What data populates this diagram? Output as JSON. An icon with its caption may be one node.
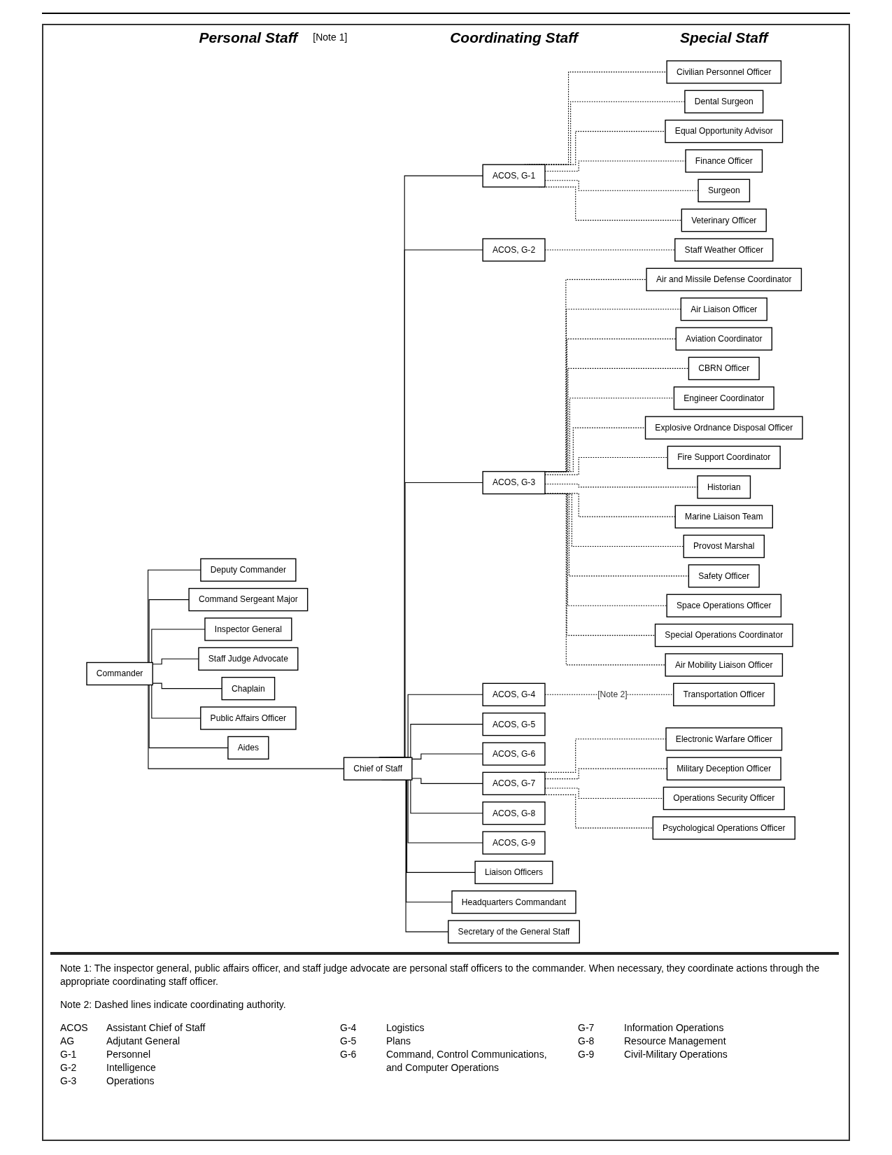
{
  "diagram": {
    "nodes": [
      {
        "text": [
          "Deputy Commander"
        ]
      },
      {
        "text": [
          "Commander"
        ]
      },
      {
        "text": [
          "Command Sergeant Major"
        ]
      },
      {
        "text": [
          "Inspector General"
        ]
      },
      {
        "text": [
          "Staff Judge Advocate"
        ]
      },
      {
        "text": [
          "Liaison Officers"
        ]
      },
      {
        "text": [
          "Headquarters Commandant"
        ]
      },
      {
        "text": [
          "Chief of Staff"
        ]
      },
      {
        "text": [
          "Chaplain"
        ]
      },
      {
        "text": [
          "Public Affairs Officer"
        ]
      },
      {
        "text": [
          "Aides"
        ]
      },
      {
        "text": [
          "Secretary of the General Staff"
        ]
      },
      {
        "text": [
          "ACOS, G-1"
        ]
      },
      {
        "text": [
          "ACOS, G-2"
        ]
      },
      {
        "text": [
          "ACOS, G-3"
        ]
      },
      {
        "text": [
          "ACOS, G-4"
        ]
      },
      {
        "text": [
          "ACOS, G-5"
        ]
      },
      {
        "text": [
          "ACOS, G-6"
        ]
      },
      {
        "text": [
          "ACOS, G-7"
        ]
      },
      {
        "text": [
          "ACOS, G-8"
        ]
      },
      {
        "text": [
          "ACOS, G-9"
        ]
      },
      {
        "text": [
          "Civilian Personnel Officer"
        ]
      },
      {
        "text": [
          "Dental Surgeon"
        ]
      },
      {
        "text": [
          "Equal Opportunity Advisor"
        ]
      },
      {
        "text": [
          "Finance Officer"
        ]
      },
      {
        "text": [
          "Surgeon"
        ]
      },
      {
        "text": [
          "Veterinary Officer"
        ]
      },
      {
        "text": [
          "Staff Weather Officer"
        ]
      },
      {
        "text": [
          "Air and Missile Defense Coordinator"
        ]
      },
      {
        "text": [
          "Air Liaison Officer"
        ]
      },
      {
        "text": [
          "Aviation Coordinator"
        ]
      },
      {
        "text": [
          "CBRN Officer"
        ]
      },
      {
        "text": [
          "Engineer Coordinator"
        ]
      },
      {
        "text": [
          "Explosive Ordnance Disposal Officer"
        ]
      },
      {
        "text": [
          "Fire Support Coordinator"
        ]
      },
      {
        "text": [
          "Historian"
        ]
      },
      {
        "text": [
          "Marine Liaison Team"
        ]
      },
      {
        "text": [
          "Transportation Officer"
        ]
      },
      {
        "text": [
          "Provost Marshal"
        ]
      },
      {
        "text": [
          "Safety Officer"
        ]
      },
      {
        "text": [
          "Space Operations Officer"
        ]
      },
      {
        "text": [
          "Special Operations Coordinator"
        ]
      },
      {
        "text": [
          "Air Mobility Liaison Officer"
        ]
      },
      {
        "text": [
          "Electronic Warfare Officer"
        ]
      },
      {
        "text": [
          "Military Deception Officer"
        ]
      },
      {
        "text": [
          "Operations Security Officer"
        ]
      },
      {
        "text": [
          "Psychological Operations Officer"
        ]
      }
    ],
    "edges": [
      {
        "from": 1,
        "to": 0,
        "arrow": "none"
      },
      {
        "from": 1,
        "to": 2,
        "arrow": "none"
      },
      {
        "from": 1,
        "to": 3,
        "arrow": "none"
      },
      {
        "from": 1,
        "to": 4,
        "arrow": "none"
      },
      {
        "from": 1,
        "to": 8,
        "arrow": "none"
      },
      {
        "from": 1,
        "to": 9,
        "arrow": "none"
      },
      {
        "from": 1,
        "to": 10,
        "arrow": "none"
      },
      {
        "from": 1,
        "to": 7,
        "arrow": "none"
      },
      {
        "from": 7,
        "to": 5,
        "arrow": "none"
      },
      {
        "from": 7,
        "to": 6,
        "arrow": "none"
      },
      {
        "from": 7,
        "to": 11,
        "arrow": "none"
      },
      {
        "from": 7,
        "to": 12,
        "arrow": "none"
      },
      {
        "from": 7,
        "to": 13,
        "arrow": "none"
      },
      {
        "from": 7,
        "to": 14,
        "arrow": "none"
      },
      {
        "from": 7,
        "to": 15,
        "arrow": "none"
      },
      {
        "from": 7,
        "to": 16,
        "arrow": "none"
      },
      {
        "from": 7,
        "to": 17,
        "arrow": "none"
      },
      {
        "from": 7,
        "to": 18,
        "arrow": "none"
      },
      {
        "from": 7,
        "to": 19,
        "arrow": "none"
      },
      {
        "from": 7,
        "to": 20,
        "arrow": "none"
      },
      {
        "from": 12,
        "to": 21,
        "arrow": "none",
        "style": "dashed"
      },
      {
        "from": 12,
        "to": 22,
        "arrow": "none",
        "style": "dashed"
      },
      {
        "from": 12,
        "to": 23,
        "arrow": "none",
        "style": "dashed"
      },
      {
        "from": 12,
        "to": 24,
        "arrow": "none",
        "style": "dashed"
      },
      {
        "from": 12,
        "to": 25,
        "arrow": "none",
        "style": "dashed"
      },
      {
        "from": 12,
        "to": 26,
        "arrow": "none",
        "style": "dashed"
      },
      {
        "from": 13,
        "to": 27,
        "arrow": "none",
        "style": "dashed"
      },
      {
        "from": 14,
        "to": 28,
        "arrow": "none",
        "style": "dashed"
      },
      {
        "from": 14,
        "to": 29,
        "arrow": "none",
        "style": "dashed"
      },
      {
        "from": 14,
        "to": 30,
        "arrow": "none",
        "style": "dashed"
      },
      {
        "from": 14,
        "to": 31,
        "arrow": "none",
        "style": "dashed"
      },
      {
        "from": 14,
        "to": 32,
        "arrow": "none",
        "style": "dashed"
      },
      {
        "from": 14,
        "to": 33,
        "arrow": "none",
        "style": "dashed"
      },
      {
        "from": 14,
        "to": 34,
        "arrow": "none",
        "style": "dashed"
      },
      {
        "from": 14,
        "to": 35,
        "arrow": "none",
        "style": "dashed"
      },
      {
        "from": 14,
        "to": 36,
        "arrow": "none",
        "style": "dashed"
      },
      {
        "from": 14,
        "to": 38,
        "arrow": "none",
        "style": "dashed"
      },
      {
        "from": 14,
        "to": 39,
        "arrow": "none",
        "style": "dashed"
      },
      {
        "from": 14,
        "to": 40,
        "arrow": "none",
        "style": "dashed"
      },
      {
        "from": 14,
        "to": 41,
        "arrow": "none",
        "style": "dashed"
      },
      {
        "from": 14,
        "to": 42,
        "arrow": "none",
        "style": "dashed"
      },
      {
        "from": 15,
        "to": 37,
        "arrow": "none",
        "style": "dashed",
        "label": "[Note 2]"
      },
      {
        "from": 18,
        "to": 43,
        "arrow": "none",
        "style": "dashed"
      },
      {
        "from": 18,
        "to": 44,
        "arrow": "none",
        "style": "dashed"
      },
      {
        "from": 18,
        "to": 45,
        "arrow": "none",
        "style": "dashed"
      },
      {
        "from": 18,
        "to": 46,
        "arrow": "none",
        "style": "dashed"
      }
    ],
    "labels": [
      "Personal Staff",
      "[Note 1]",
      "Coordinating Staff",
      "Special Staff",
      "Note 1: The inspector general, public affairs officer, and staff judge advocate are personal staff officers to the commander. When necessary, they coordinate actions through the appropriate coordinating staff officer.",
      "Note 2: Dashed lines indicate coordinating authority.",
      "ACOS",
      "Assistant Chief of Staff",
      "AG",
      "Adjutant General",
      "G-1",
      "Personnel",
      "G-2",
      "Intelligence",
      "G-3",
      "Operations",
      "G-4",
      "Logistics",
      "G-5",
      "Plans",
      "G-6",
      "Command, Control Communications, and Computer Operations",
      "G-7",
      "Information Operations",
      "G-8",
      "Resource Management",
      "G-9",
      "Civil-Military Operations"
    ]
  }
}
